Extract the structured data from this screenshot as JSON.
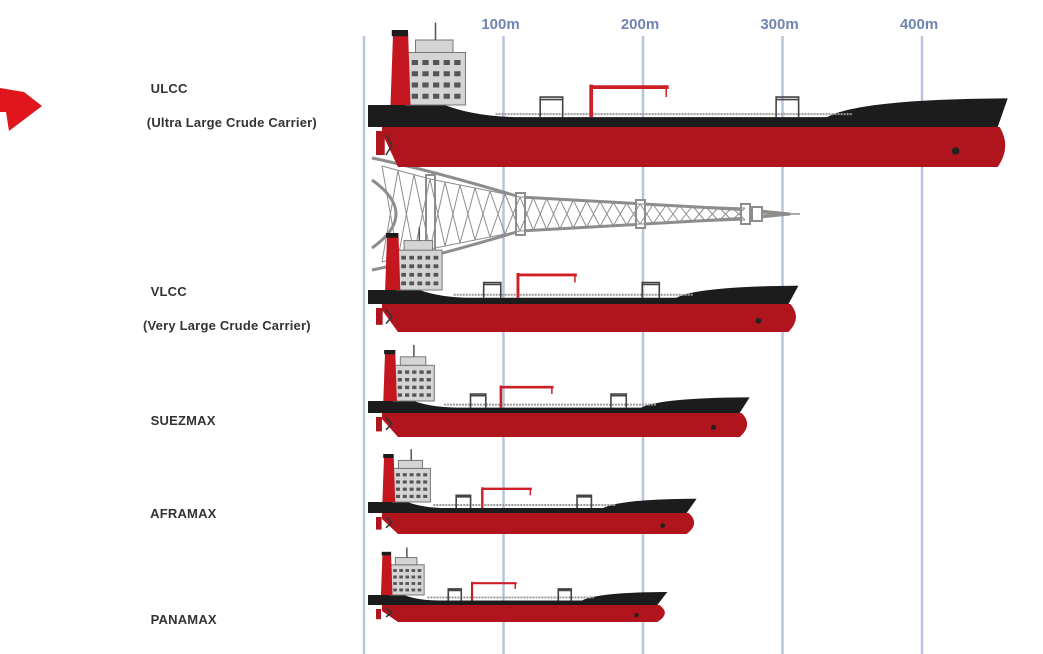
{
  "colors": {
    "scale_line": "#b9c4dd",
    "scale_label": "#6f84b3",
    "hull_red": "#b0141c",
    "hull_black": "#1c1c1c",
    "deck_rail": "#9a9a9a",
    "superstructure": "#d4d4d4",
    "funnel_red": "#c4161f",
    "crane_red": "#cf1f26",
    "tower_gray": "#8d8d8d",
    "pointer_red": "#e0161c"
  },
  "scale": {
    "unit": "m",
    "ticks": [
      "100m",
      "200m",
      "300m",
      "400m"
    ]
  },
  "ships": [
    {
      "id": "ulcc",
      "name": "ULCC",
      "full_name": " (Ultra Large Crude Carrier)",
      "length_m": 460
    },
    {
      "id": "vlcc",
      "name": "VLCC",
      "full_name": "(Very Large Crude Carrier)",
      "length_m": 310
    },
    {
      "id": "suezmax",
      "name": "SUEZMAX",
      "full_name": "",
      "length_m": 275
    },
    {
      "id": "aframax",
      "name": "AFRAMAX",
      "full_name": "",
      "length_m": 237
    },
    {
      "id": "panamax",
      "name": "PANAMAX",
      "full_name": "",
      "length_m": 216
    }
  ],
  "reference_object": {
    "id": "eiffel-tower",
    "icon": "eiffel-tower-icon",
    "height_m": 300
  },
  "decoration": {
    "icon": "red-arrow-icon"
  }
}
